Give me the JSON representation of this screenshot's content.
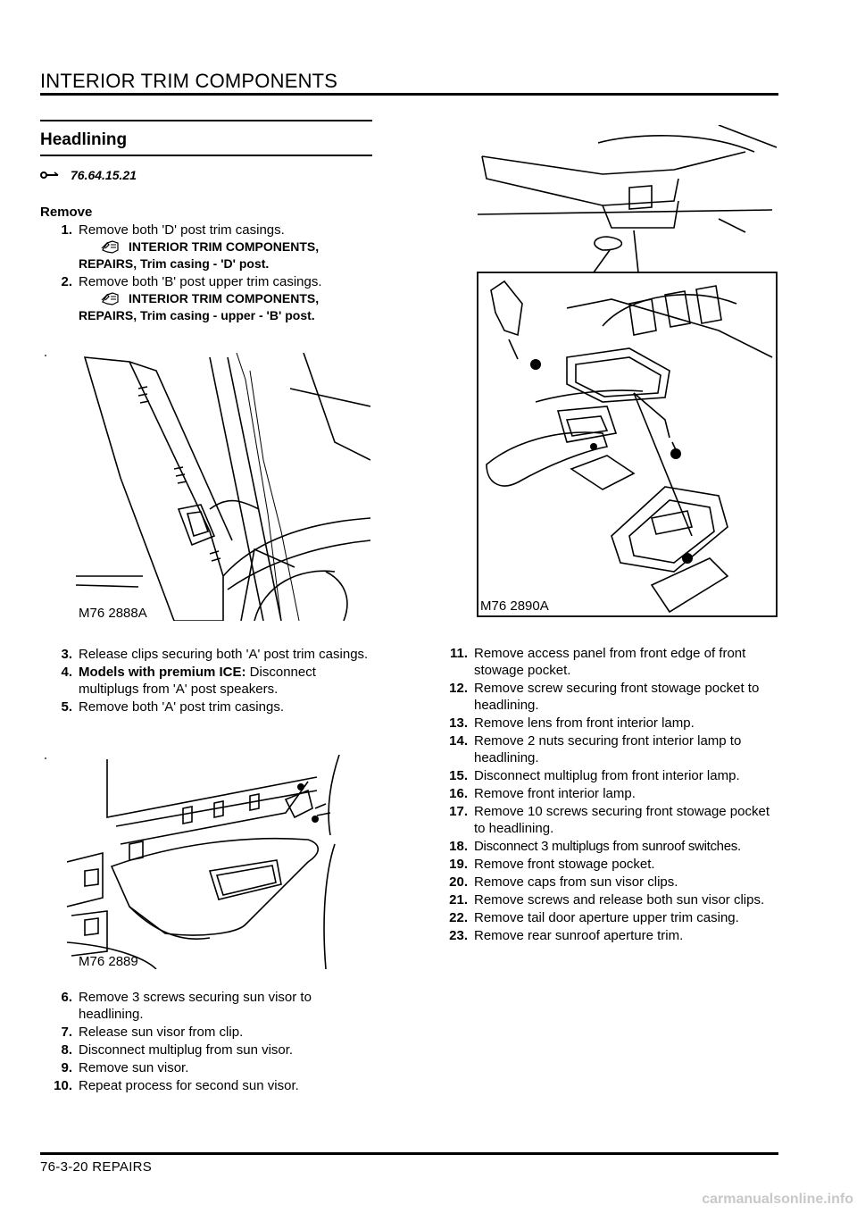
{
  "header": {
    "title": "INTERIOR TRIM COMPONENTS"
  },
  "section": {
    "title": "Headlining",
    "operation_code": "76.64.15.21"
  },
  "remove_heading": "Remove",
  "steps_a": [
    {
      "num": "1.",
      "text": "Remove both 'D' post trim casings.",
      "ref_first": "INTERIOR TRIM COMPONENTS,",
      "ref_rest": "REPAIRS, Trim casing - 'D' post."
    },
    {
      "num": "2.",
      "text": "Remove both 'B' post upper trim casings.",
      "ref_first": "INTERIOR TRIM COMPONENTS,",
      "ref_rest": "REPAIRS, Trim casing - upper - 'B' post."
    }
  ],
  "steps_b": [
    {
      "num": "3.",
      "text": "Release clips securing both 'A' post  trim casings."
    },
    {
      "num": "4.",
      "bold": "Models with premium ICE:",
      "text": " Disconnect multiplugs from 'A' post speakers."
    },
    {
      "num": "5.",
      "text": "Remove both 'A' post trim casings."
    }
  ],
  "steps_c": [
    {
      "num": "6.",
      "text": "Remove 3 screws securing sun visor to headlining."
    },
    {
      "num": "7.",
      "text": "Release sun visor from clip."
    },
    {
      "num": "8.",
      "text": "Disconnect multiplug from sun visor."
    },
    {
      "num": "9.",
      "text": "Remove sun visor."
    },
    {
      "num": "10.",
      "text": "Repeat process for second sun visor."
    }
  ],
  "steps_d": [
    {
      "num": "11.",
      "text": "Remove access panel from front edge of front stowage pocket."
    },
    {
      "num": "12.",
      "text": "Remove screw securing front stowage pocket to headlining."
    },
    {
      "num": "13.",
      "text": "Remove lens from front interior lamp."
    },
    {
      "num": "14.",
      "text": "Remove 2 nuts securing front interior lamp to headlining."
    },
    {
      "num": "15.",
      "text": "Disconnect multiplug from front interior lamp."
    },
    {
      "num": "16.",
      "text": "Remove front interior lamp."
    },
    {
      "num": "17.",
      "text": "Remove 10 screws securing front stowage pocket to headlining."
    },
    {
      "num": "18.",
      "text": "Disconnect 3 multiplugs from sunroof switches."
    },
    {
      "num": "19.",
      "text": "Remove front stowage pocket."
    },
    {
      "num": "20.",
      "text": "Remove caps from sun visor clips."
    },
    {
      "num": "21.",
      "text": "Remove screws and release both sun visor clips."
    },
    {
      "num": "22.",
      "text": "Remove tail door aperture upper trim casing."
    },
    {
      "num": "23.",
      "text": "Remove rear sunroof aperture trim."
    }
  ],
  "figures": {
    "fig1": "M76 2888A",
    "fig2": "M76 2889",
    "fig3": "M76 2890A"
  },
  "footer": {
    "page": "76-3-20   REPAIRS"
  },
  "watermark": "carmanualsonline.info",
  "icons": {
    "operation": "spanner-arrow-icon",
    "reference": "hand-pointer-icon"
  }
}
